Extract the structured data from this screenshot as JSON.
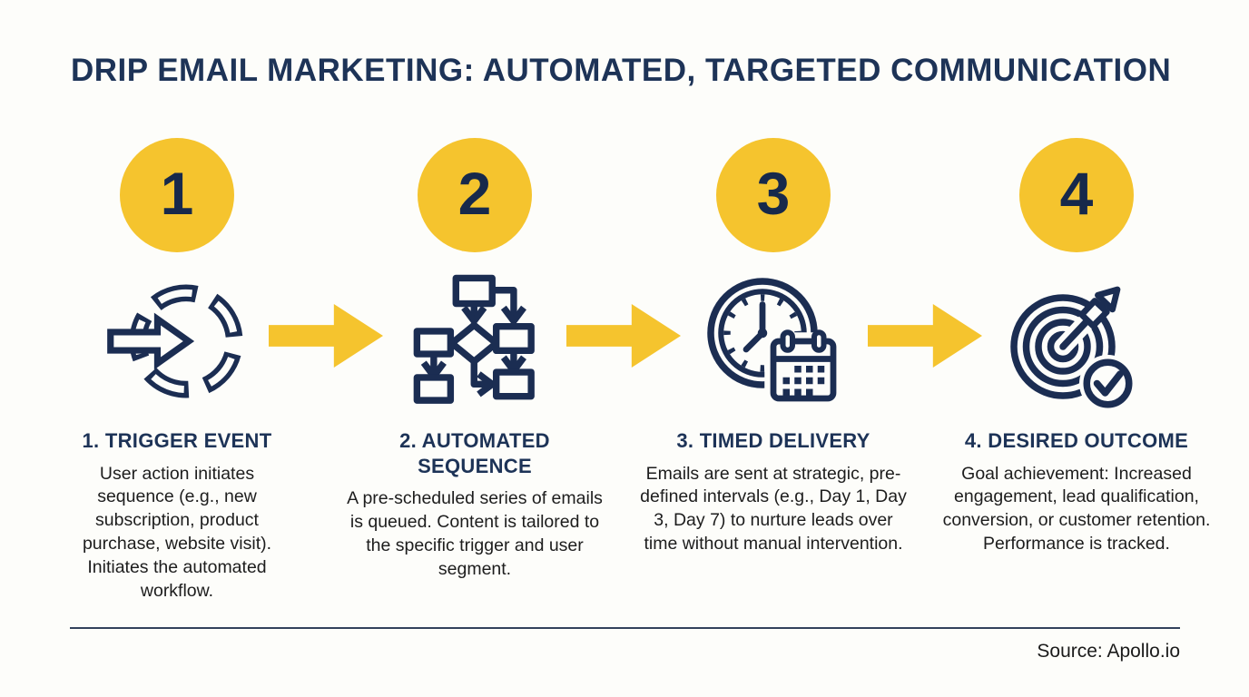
{
  "title": "DRIP EMAIL MARKETING: AUTOMATED, TARGETED COMMUNICATION",
  "source": "Source: Apollo.io",
  "colors": {
    "accent_yellow": "#F5C42E",
    "icon_navy": "#1B2D52",
    "heading_navy": "#1D3357",
    "body_text": "#1D1D1D",
    "background": "#FDFDFA"
  },
  "steps": [
    {
      "number": "1",
      "icon": "trigger-event-icon",
      "heading": "1. TRIGGER EVENT",
      "description": "User action initiates sequence (e.g., new subscription, product purchase, website visit). Initiates the automated workflow."
    },
    {
      "number": "2",
      "icon": "automated-sequence-flowchart-icon",
      "heading": "2. AUTOMATED SEQUENCE",
      "description": "A pre-scheduled series of emails is queued. Content is tailored to the specific trigger and user segment."
    },
    {
      "number": "3",
      "icon": "timed-delivery-clock-calendar-icon",
      "heading": "3. TIMED DELIVERY",
      "description": "Emails are sent at strategic, pre-defined intervals (e.g., Day 1, Day 3, Day 7) to nurture leads over time without manual intervention."
    },
    {
      "number": "4",
      "icon": "desired-outcome-target-icon",
      "heading": "4. DESIRED OUTCOME",
      "description": "Goal achievement: Increased engagement, lead qualification, conversion, or customer retention. Performance is tracked."
    }
  ]
}
